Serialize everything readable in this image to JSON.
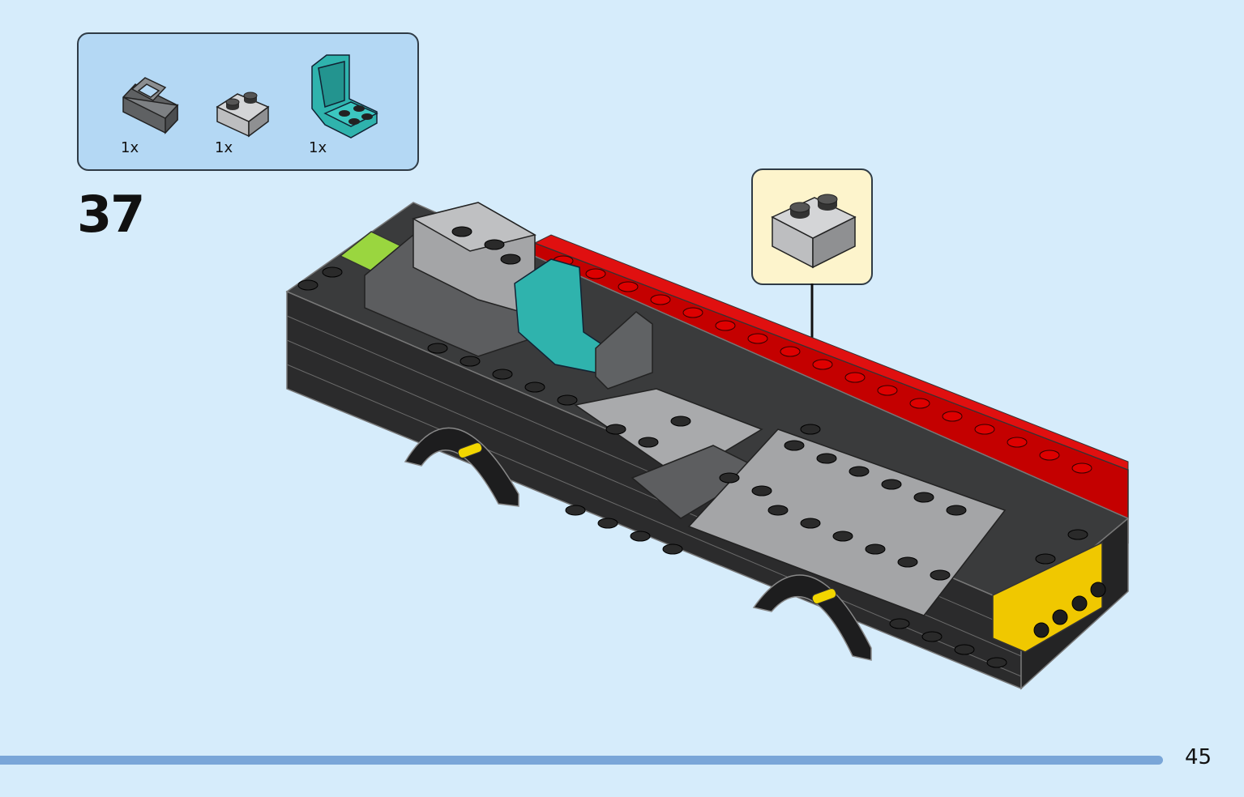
{
  "parts_list": {
    "items": [
      {
        "icon": "dark-gray-handle-plate-icon",
        "qty": "1x",
        "color": "#6b6e70"
      },
      {
        "icon": "light-gray-brick-1x2-icon",
        "qty": "1x",
        "color": "#a8a9ab"
      },
      {
        "icon": "teal-seat-icon",
        "qty": "1x",
        "color": "#2fb3ad"
      }
    ]
  },
  "step": {
    "number": "37"
  },
  "callout": {
    "icon": "light-gray-brick-1x2-icon"
  },
  "model": {
    "icon": "bus-chassis-assembly-icon"
  },
  "page": {
    "number": "45"
  },
  "colors": {
    "background": "#d6ecfb",
    "parts_box": "#b4d8f4",
    "callout": "#fdf4cc",
    "footer_bar": "#7aa6d8"
  }
}
